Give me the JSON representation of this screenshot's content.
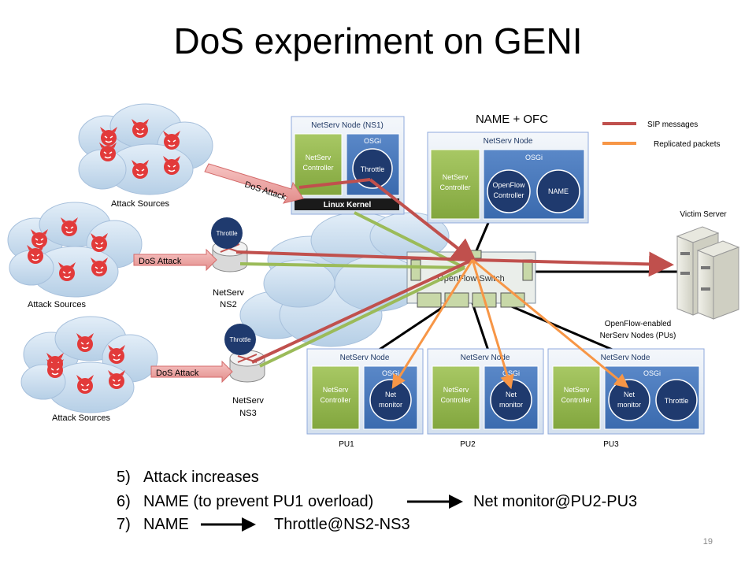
{
  "title": "DoS experiment on GENI",
  "legend": {
    "sip": {
      "label": "SIP messages",
      "color": "#c0504d"
    },
    "replicated": {
      "label": "Replicated packets",
      "color": "#f79646"
    }
  },
  "name_ofc_label": "NAME + OFC",
  "ns1": {
    "title": "NetServ Node (NS1)",
    "controller": [
      "NetServ",
      "Controller"
    ],
    "osgi": "OSGi",
    "throttle": "Throttle",
    "kernel": "Linux Kernel"
  },
  "ofc_node": {
    "title": "NetServ Node",
    "controller": [
      "NetServ",
      "Controller"
    ],
    "osgi": "OSGi",
    "openflow": [
      "OpenFlow",
      "Controller"
    ],
    "name": "NAME"
  },
  "switch_label": "OpenFlow Switch",
  "victim_label": "Victim Server",
  "pu_group_label": [
    "OpenFlow-enabled",
    "NerServ Nodes (PUs)"
  ],
  "attack_sources": [
    "Attack Sources",
    "Attack Sources",
    "Attack Sources"
  ],
  "dos_attack": [
    "DoS Attack",
    "DoS Attack",
    "DoS Attack"
  ],
  "ns2": {
    "throttle": "Throttle",
    "name": [
      "NetServ",
      "NS2"
    ]
  },
  "ns3": {
    "throttle": "Throttle",
    "name": [
      "NetServ",
      "NS3"
    ]
  },
  "pus": [
    {
      "title": "NetServ Node",
      "controller": [
        "NetServ",
        "Controller"
      ],
      "osgi": "OSGi",
      "monitor": [
        "Net",
        "monitor"
      ],
      "label": "PU1"
    },
    {
      "title": "NetServ Node",
      "controller": [
        "NetServ",
        "Controller"
      ],
      "osgi": "OSGi",
      "monitor": [
        "Net",
        "monitor"
      ],
      "label": "PU2"
    },
    {
      "title": "NetServ Node",
      "controller": [
        "NetServ",
        "Controller"
      ],
      "osgi": "OSGi",
      "monitor": [
        "Net",
        "monitor"
      ],
      "throttle": "Throttle",
      "label": "PU3"
    }
  ],
  "steps": [
    {
      "num": "5)",
      "text": "Attack increases"
    },
    {
      "num": "6)",
      "text": "NAME (to prevent PU1 overload)",
      "after": "Net monitor@PU2-PU3"
    },
    {
      "num": "7)",
      "text": "NAME",
      "after": "Throttle@NS2-NS3"
    }
  ],
  "page_number": "19"
}
